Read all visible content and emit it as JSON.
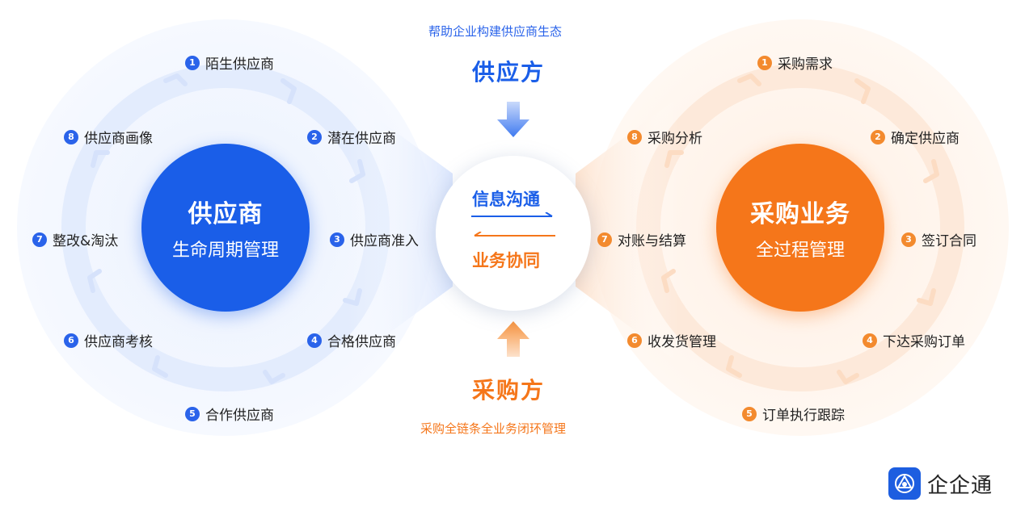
{
  "supplier_side": {
    "top_label": "帮助企业构建供应商生态",
    "heading": "供应方"
  },
  "buyer_side": {
    "heading": "采购方",
    "bottom_label": "采购全链条全业务闭环管理"
  },
  "center": {
    "line1": "信息沟通",
    "line2": "业务协同"
  },
  "left_cycle": {
    "title": "供应商",
    "subtitle": "生命周期管理",
    "items": [
      {
        "num": "1",
        "label": "陌生供应商"
      },
      {
        "num": "2",
        "label": "潜在供应商"
      },
      {
        "num": "3",
        "label": "供应商准入"
      },
      {
        "num": "4",
        "label": "合格供应商"
      },
      {
        "num": "5",
        "label": "合作供应商"
      },
      {
        "num": "6",
        "label": "供应商考核"
      },
      {
        "num": "7",
        "label": "整改&淘汰"
      },
      {
        "num": "8",
        "label": "供应商画像"
      }
    ]
  },
  "right_cycle": {
    "title": "采购业务",
    "subtitle": "全过程管理",
    "items": [
      {
        "num": "1",
        "label": "采购需求"
      },
      {
        "num": "2",
        "label": "确定供应商"
      },
      {
        "num": "3",
        "label": "签订合同"
      },
      {
        "num": "4",
        "label": "下达采购订单"
      },
      {
        "num": "5",
        "label": "订单执行跟踪"
      },
      {
        "num": "6",
        "label": "收发货管理"
      },
      {
        "num": "7",
        "label": "对账与结算"
      },
      {
        "num": "8",
        "label": "采购分析"
      }
    ]
  },
  "brand": {
    "name": "企企通",
    "icon": "brand-logo-icon"
  },
  "colors": {
    "blue": "#1a5ee8",
    "orange": "#f5761a"
  }
}
